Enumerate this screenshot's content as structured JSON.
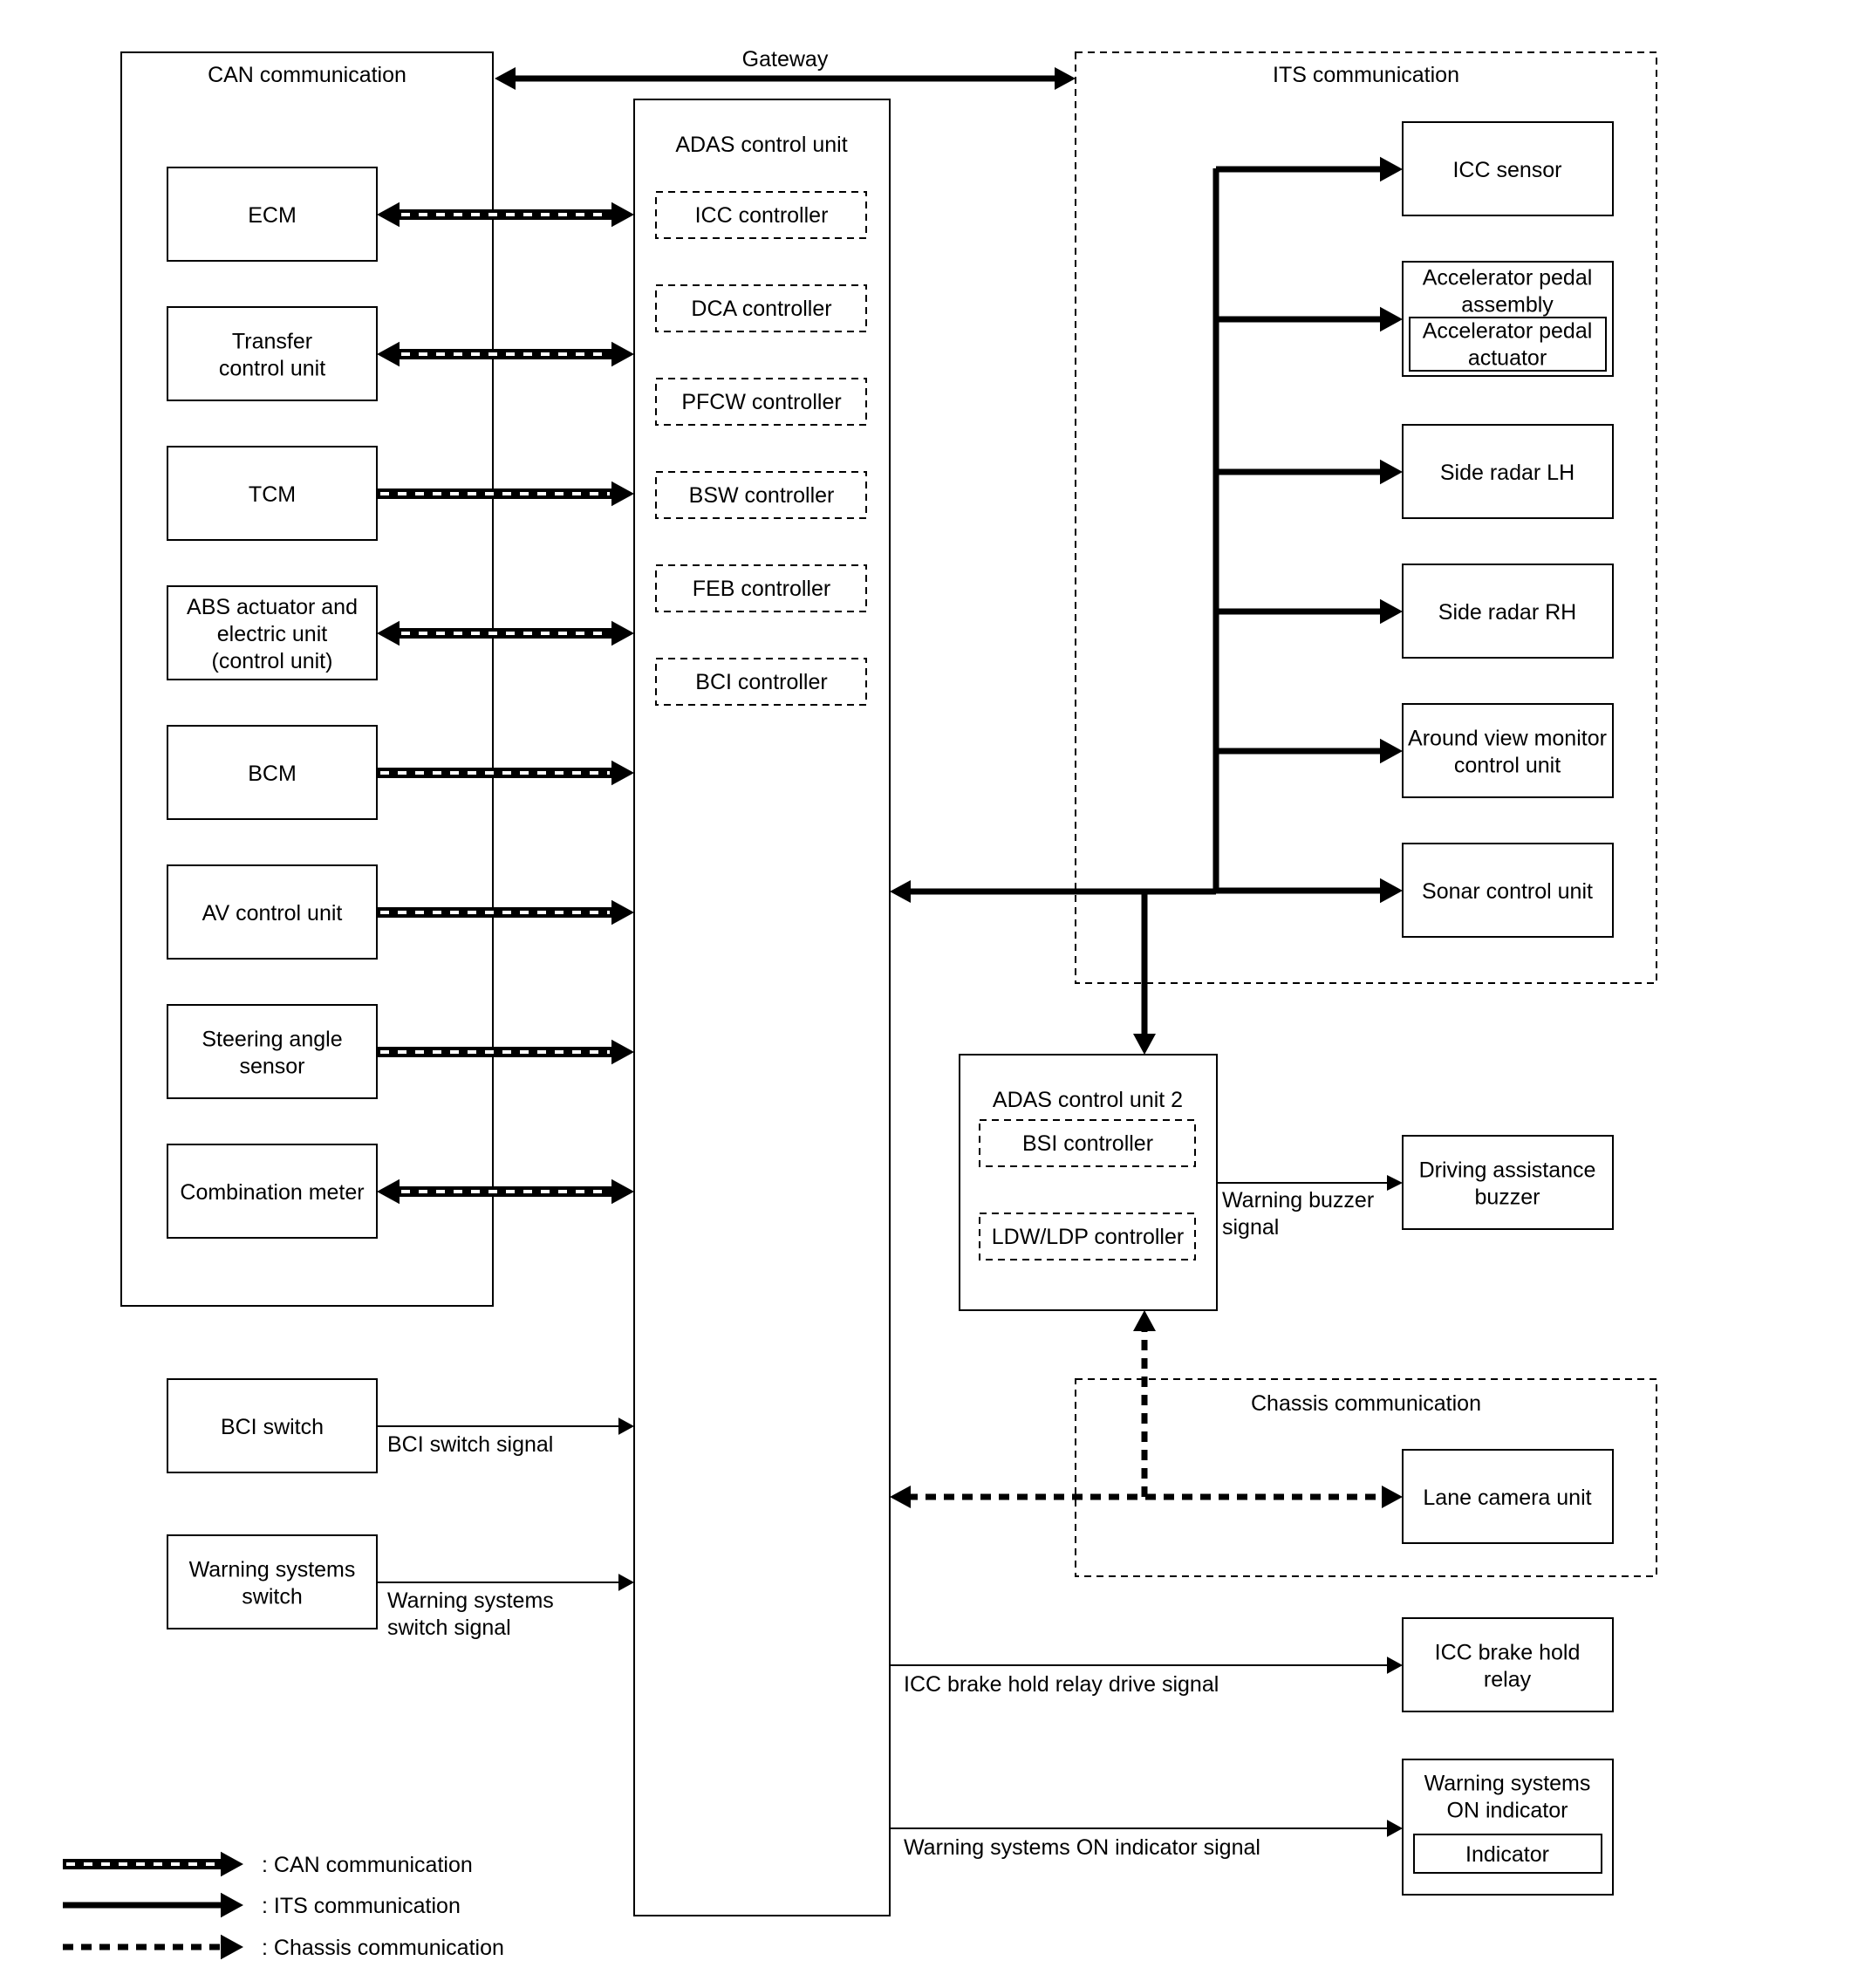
{
  "gateway_label": "Gateway",
  "can": {
    "title": "CAN communication",
    "units": [
      {
        "lines": [
          "ECM"
        ]
      },
      {
        "lines": [
          "Transfer",
          "control unit"
        ]
      },
      {
        "lines": [
          "TCM"
        ]
      },
      {
        "lines": [
          "ABS actuator and",
          "electric unit",
          "(control unit)"
        ]
      },
      {
        "lines": [
          "BCM"
        ]
      },
      {
        "lines": [
          "AV control unit"
        ]
      },
      {
        "lines": [
          "Steering angle",
          "sensor"
        ]
      },
      {
        "lines": [
          "Combination meter"
        ]
      }
    ]
  },
  "adas": {
    "title": "ADAS control unit",
    "controllers": [
      "ICC controller",
      "DCA controller",
      "PFCW controller",
      "BSW controller",
      "FEB controller",
      "BCI controller"
    ]
  },
  "its": {
    "title": "ITS communication",
    "units": [
      {
        "lines": [
          "ICC sensor"
        ]
      },
      {
        "lines": [
          "Accelerator pedal",
          "assembly"
        ],
        "inner": [
          "Accelerator pedal",
          "actuator"
        ]
      },
      {
        "lines": [
          "Side radar LH"
        ]
      },
      {
        "lines": [
          "Side radar RH"
        ]
      },
      {
        "lines": [
          "Around view monitor",
          "control unit"
        ]
      },
      {
        "lines": [
          "Sonar control unit"
        ]
      }
    ]
  },
  "adas2": {
    "title": "ADAS control unit 2",
    "controllers": [
      "BSI controller",
      "LDW/LDP controller"
    ]
  },
  "buzzer": {
    "lines": [
      "Driving assistance",
      "buzzer"
    ],
    "signal": [
      "Warning buzzer",
      "signal"
    ]
  },
  "chassis": {
    "title": "Chassis communication",
    "unit": [
      "Lane camera unit"
    ]
  },
  "switches": [
    {
      "lines": [
        "BCI switch"
      ],
      "signal": [
        "BCI switch signal"
      ]
    },
    {
      "lines": [
        "Warning systems",
        "switch"
      ],
      "signal": [
        "Warning systems",
        "switch signal"
      ]
    }
  ],
  "outputs": [
    {
      "lines": [
        "ICC brake hold",
        "relay"
      ],
      "signal": [
        "ICC brake hold relay drive signal"
      ]
    },
    {
      "lines": [
        "Warning systems",
        "ON indicator"
      ],
      "inner": [
        "Indicator"
      ],
      "signal": [
        "Warning systems ON indicator signal"
      ]
    }
  ],
  "legend": [
    {
      "style": "can",
      "label": ": CAN communication"
    },
    {
      "style": "its",
      "label": ": ITS communication"
    },
    {
      "style": "chassis",
      "label": ": Chassis communication"
    }
  ]
}
